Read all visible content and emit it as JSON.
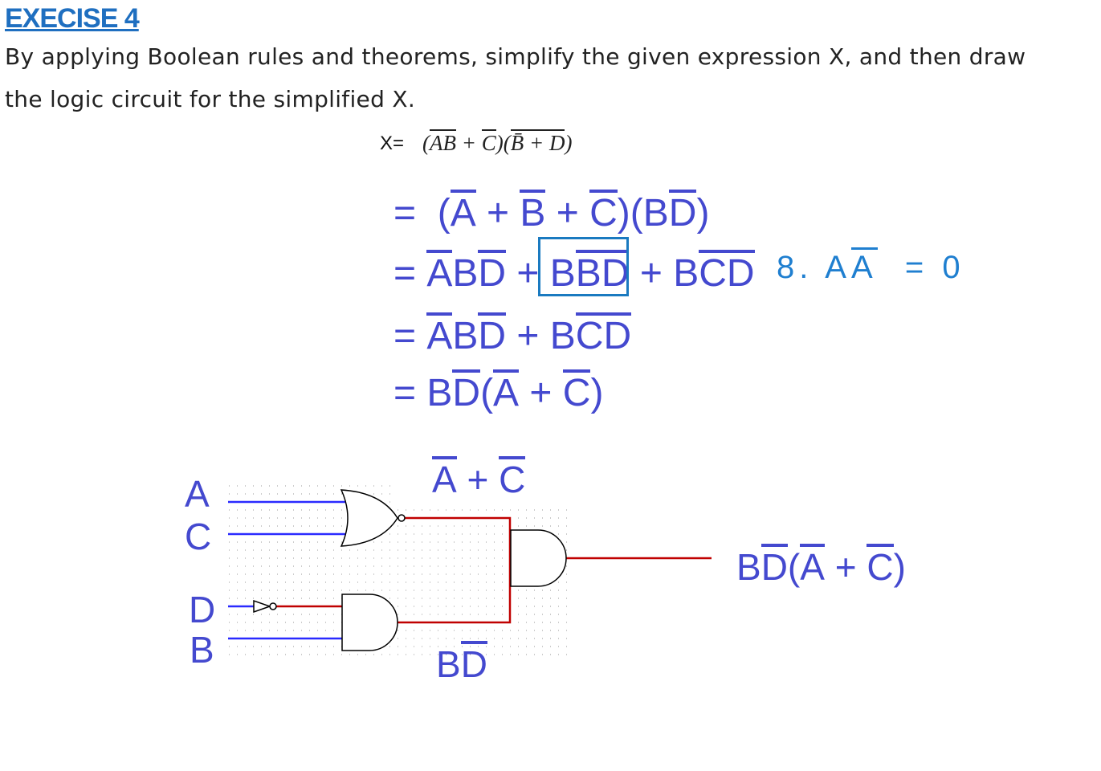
{
  "heading": "EXECISE 4",
  "instructions": [
    "By applying Boolean rules and theorems, simplify the given expression X, and then draw",
    "the logic circuit for the simplified X."
  ],
  "given": {
    "label": "X=",
    "expression": [
      {
        "t": "(",
        "ov": false
      },
      {
        "t": "AB",
        "ov": true
      },
      {
        "t": " + ",
        "ov": false
      },
      {
        "t": "C",
        "ov": true
      },
      {
        "t": ")(",
        "ov": false
      },
      {
        "t": "B̄ + D",
        "ov": true
      },
      {
        "t": ")",
        "ov": false
      }
    ]
  },
  "steps": [
    [
      {
        "t": "=  (",
        "ov": false
      },
      {
        "t": "A",
        "ov": true
      },
      {
        "t": " + ",
        "ov": false
      },
      {
        "t": "B",
        "ov": true
      },
      {
        "t": " + ",
        "ov": false
      },
      {
        "t": "C",
        "ov": true
      },
      {
        "t": ")(B",
        "ov": false
      },
      {
        "t": "D",
        "ov": true
      },
      {
        "t": ")",
        "ov": false
      }
    ],
    [
      {
        "t": "= ",
        "ov": false
      },
      {
        "t": "A",
        "ov": true
      },
      {
        "t": "B",
        "ov": false
      },
      {
        "t": "D",
        "ov": true
      },
      {
        "t": " + ",
        "ov": false
      },
      {
        "t": "B",
        "ov": false
      },
      {
        "t": "B",
        "ov": true
      },
      {
        "t": "D",
        "ov": true
      },
      {
        "t": " + B",
        "ov": false
      },
      {
        "t": "C",
        "ov": true
      },
      {
        "t": "D",
        "ov": true
      }
    ],
    [
      {
        "t": "= ",
        "ov": false
      },
      {
        "t": "A",
        "ov": true
      },
      {
        "t": "B",
        "ov": false
      },
      {
        "t": "D",
        "ov": true
      },
      {
        "t": " + B",
        "ov": false
      },
      {
        "t": "C",
        "ov": true
      },
      {
        "t": "D",
        "ov": true
      }
    ],
    [
      {
        "t": "= B",
        "ov": false
      },
      {
        "t": "D",
        "ov": true
      },
      {
        "t": "(",
        "ov": false
      },
      {
        "t": "A",
        "ov": true
      },
      {
        "t": " + ",
        "ov": false
      },
      {
        "t": "C",
        "ov": true
      },
      {
        "t": ")",
        "ov": false
      }
    ]
  ],
  "rule": [
    {
      "t": "8. A",
      "ov": false
    },
    {
      "t": "A",
      "ov": true
    },
    {
      "t": "  = 0",
      "ov": false
    }
  ],
  "circuit": {
    "inputs": [
      "A",
      "C",
      "D",
      "B"
    ],
    "nor_output_label": [
      {
        "t": "A",
        "ov": true
      },
      {
        "t": " + ",
        "ov": false
      },
      {
        "t": "C",
        "ov": true
      }
    ],
    "and_output_label": [
      {
        "t": "B",
        "ov": false
      },
      {
        "t": "D",
        "ov": true
      }
    ],
    "final_output_label": [
      {
        "t": "B",
        "ov": false
      },
      {
        "t": "D",
        "ov": true
      },
      {
        "t": "(",
        "ov": false
      },
      {
        "t": "A",
        "ov": true
      },
      {
        "t": " + ",
        "ov": false
      },
      {
        "t": "C",
        "ov": true
      },
      {
        "t": ")",
        "ov": false
      }
    ],
    "colors": {
      "input_wire": "#2a2aff",
      "signal_wire": "#c00000",
      "gate": "#000000",
      "text": "#4449cf"
    }
  }
}
